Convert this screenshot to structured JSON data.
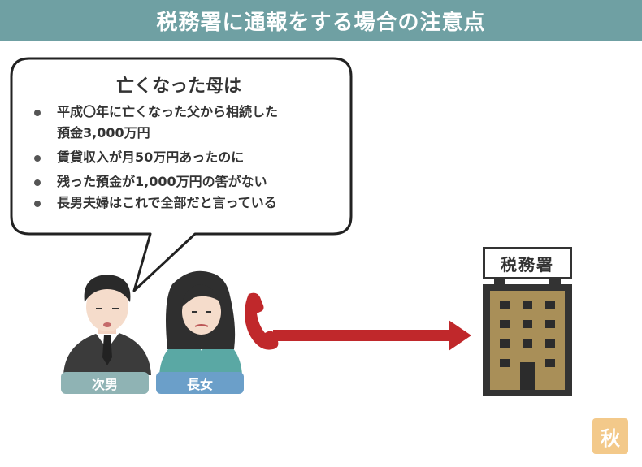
{
  "title": "税務署に通報をする場合の注意点",
  "bubble": {
    "heading": "亡くなった母は",
    "items": [
      {
        "line1": "平成〇年に亡くなった父から相続した",
        "line2": "預金3,000万円"
      },
      {
        "line1": "賃貸収入が月50万円あったのに",
        "line2": ""
      },
      {
        "line1": "残った預金が1,000万円の筈がない",
        "line2": ""
      },
      {
        "line1": "長男夫婦はこれで全部だと言っている",
        "line2": ""
      }
    ]
  },
  "people": {
    "son_label": "次男",
    "daughter_label": "長女"
  },
  "tax_office": {
    "label": "税務署"
  },
  "logo": {
    "char": "秋"
  },
  "colors": {
    "title_bar": "#6fa0a3",
    "son_label": "#8fb3b4",
    "daughter_label": "#6b9fc9",
    "arrow": "#c0282b",
    "phone": "#c0282b",
    "building": "#a98f58",
    "building_frame": "#333333"
  }
}
